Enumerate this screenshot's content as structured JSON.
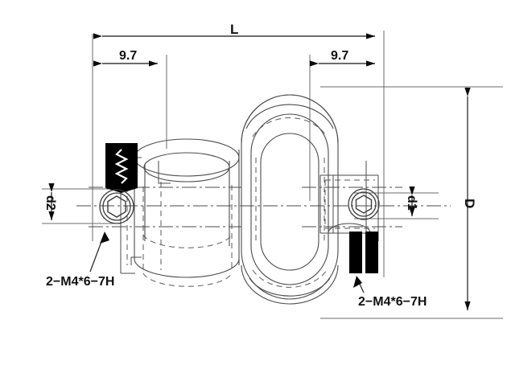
{
  "drawing": {
    "type": "engineering-dimension-drawing",
    "subject": "shaft clamp coupling",
    "background_color": "#ffffff",
    "line_color": "#3a3a3a",
    "text_color": "#111111",
    "fill_color": "#000000"
  },
  "dimensions": {
    "overall_length": {
      "name": "L",
      "label": "L",
      "value": "L",
      "orientation": "horizontal",
      "position": "top"
    },
    "left_width": {
      "name": "9.7-left",
      "label": "9.7",
      "value": 9.7,
      "orientation": "horizontal",
      "position": "top-left"
    },
    "right_width": {
      "name": "9.7-right",
      "label": "9.7",
      "value": 9.7,
      "orientation": "horizontal",
      "position": "top-right"
    },
    "left_bore": {
      "name": "d2",
      "label": "d2",
      "value": "d2",
      "orientation": "vertical",
      "position": "left"
    },
    "right_bore": {
      "name": "d1",
      "label": "d1",
      "value": "d1",
      "orientation": "vertical",
      "position": "right"
    },
    "outer_diameter": {
      "name": "D",
      "label": "D",
      "value": "D",
      "orientation": "vertical",
      "position": "right"
    }
  },
  "annotations": {
    "left_thread": {
      "label": "2−M4*6−7H",
      "count": 2,
      "thread": "M4",
      "depth": 6,
      "tolerance_class": "7H"
    },
    "right_thread": {
      "label": "2−M4*6−7H",
      "count": 2,
      "thread": "M4",
      "depth": 6,
      "tolerance_class": "7H"
    }
  },
  "features": {
    "left_hex_socket": "hex-socket-screw-head",
    "right_hex_socket": "hex-socket-screw-head",
    "left_screw": "threaded-screw-section",
    "right_screw": "threaded-screw-section",
    "center_body": "oval-racetrack-clamp",
    "left_body": "cylindrical-clamp-sleeve"
  }
}
